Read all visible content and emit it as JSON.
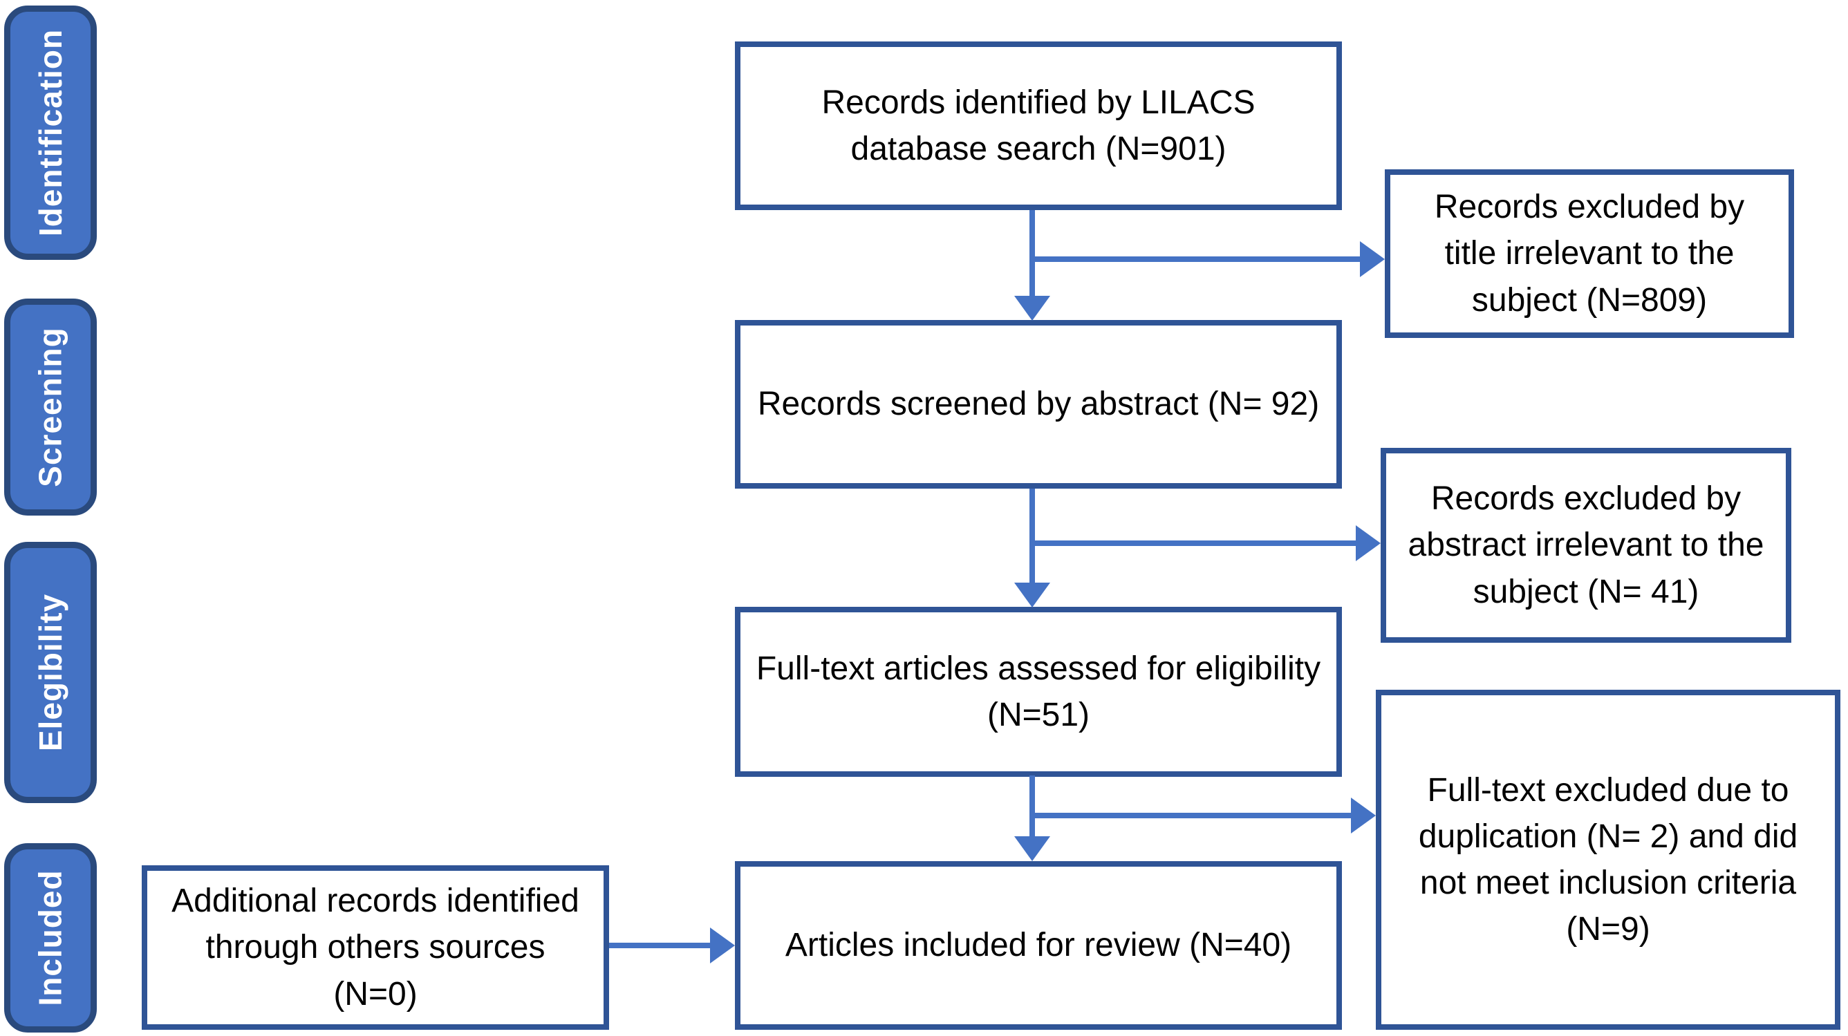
{
  "colors": {
    "stage_fill": "#4472C4",
    "stage_border": "#2A4A7D",
    "stage_text": "#FFFFFF",
    "box_border": "#2F5496",
    "box_fill": "#FFFFFF",
    "box_text": "#000000",
    "arrow": "#4472C4",
    "background": "#FFFFFF"
  },
  "stages": [
    {
      "label": "Identification"
    },
    {
      "label": "Screening"
    },
    {
      "label": "Elegibility"
    },
    {
      "label": "Included"
    }
  ],
  "boxes": {
    "identified": "Records identified by LILACS database search (N=901)",
    "excluded_title": "Records excluded by title irrelevant to the subject (N=809)",
    "screened": "Records screened by abstract (N= 92)",
    "excluded_abstract": "Records excluded by abstract irrelevant to the subject (N= 41)",
    "fulltext": "Full-text articles assessed for eligibility (N=51)",
    "excluded_fulltext": "Full-text excluded due to duplication (N= 2) and did not meet inclusion criteria (N=9)",
    "additional": "Additional records identified through others sources (N=0)",
    "included": "Articles included for review (N=40)"
  }
}
